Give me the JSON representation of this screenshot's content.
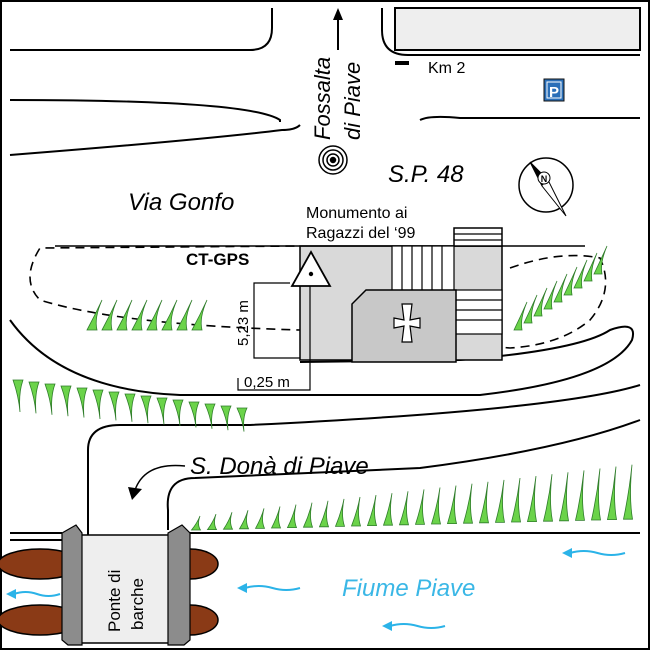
{
  "labels": {
    "north_road": "Fossalta",
    "north_road_2": "di Piave",
    "km": "Km 2",
    "parking": "P",
    "road_sp": "S.P. 48",
    "via": "Via Gonfo",
    "monument_1": "Monumento ai",
    "monument_2": "Ragazzi del ‘99",
    "station": "CT-GPS",
    "dist_vertical": "5,23 m",
    "dist_horizontal": "0,25 m",
    "town": "S. Donà di Piave",
    "bridge_1": "Ponte di",
    "bridge_2": "barche",
    "river": "Fiume Piave",
    "compass_n": "N"
  },
  "colors": {
    "river_text": "#3ab7e6",
    "arrow_blue": "#2bb3e8",
    "parking_bg": "#2a6fb8",
    "grass_green": "#6bd34a",
    "grass_dark": "#2f7d2a",
    "boat_brown": "#8a3a16",
    "pillar_grey": "#8c8c8c",
    "building_grey": "#d9d9d9",
    "block_grey": "#eeeeee"
  }
}
